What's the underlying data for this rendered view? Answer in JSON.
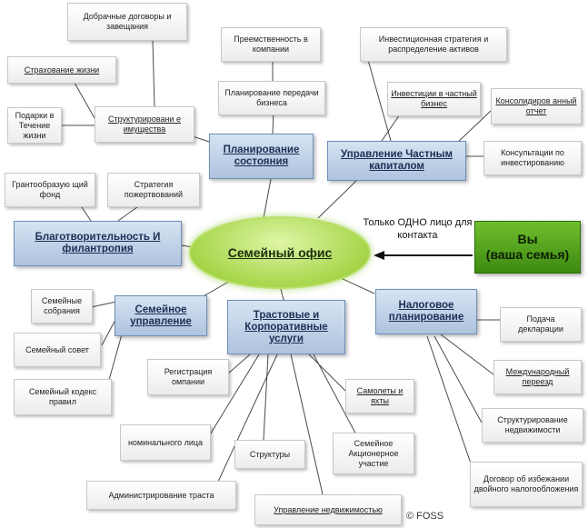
{
  "center": "Семейный офис",
  "you": {
    "line1": "Вы",
    "line2": "(ваша семья)"
  },
  "contact_note": "Только ОДНО лицо для контакта",
  "copyright": "© FOSS",
  "categories": {
    "estate_planning": "Планирование состояния",
    "wealth_management": "Управление Частным капиталом",
    "philanthropy": "Благотворительность И филантропия",
    "family_governance": "Семейное управление",
    "trust_services": "Трастовые и Корпоративные услуги",
    "tax_planning": "Налоговое планирование"
  },
  "leaves": {
    "prenup": "Добрачные договоры и завещания",
    "life_insurance": "Страхование жизни",
    "lifetime_gifts": "Подарки в Течение жизни",
    "asset_structuring": "Структурировани е имущества",
    "company_succession": "Преемственность в компании",
    "succession_planning": "Планирование передачи бизнеса",
    "investment_strategy": "Инвестиционная стратегия и распределение активов",
    "private_investments": "Инвестиции в частный бизнес",
    "consolidated_report": "Консолидиров анный отчет",
    "investment_consulting": "Консультации по инвестированию",
    "grant_fund": "Грантообразую щий фонд",
    "donation_strategy": "Стратегия пожертвований",
    "family_meetings": "Семейные собрания",
    "family_council": "Семейный совет",
    "family_code": "Семейный кодекс правил",
    "company_registration": "Регистрация омпании",
    "nominee": "номинального лица",
    "structures": "Структуры",
    "trust_admin": "Администрирование траста",
    "real_estate_mgmt": "Управление недвижимостью",
    "planes_yachts": "Самолеты и яхты",
    "family_jsc": "Семейное Акционерное участие",
    "tax_returns": "Подача декларации",
    "intl_relocation": "Международный переезд",
    "real_estate_structuring": "Структурирование недвижимости",
    "double_tax_treaty": "Договор об избежании двойного налогообложения"
  }
}
